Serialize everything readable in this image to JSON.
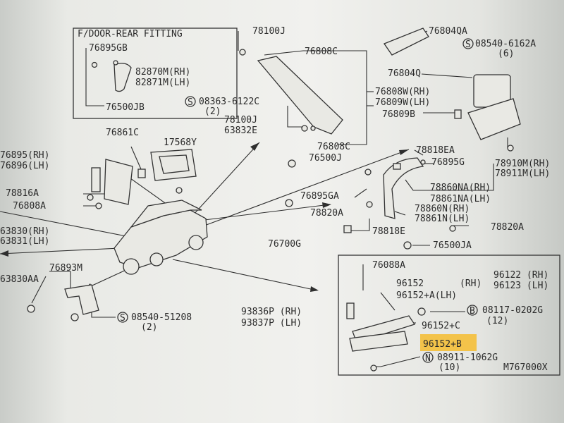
{
  "inset_title": "F/DOOR-REAR FITTING",
  "labels": {
    "p76895GB": "76895GB",
    "p82870M": "82870M(RH)",
    "p82871M": "82871M(LH)",
    "p76500JB": "76500JB",
    "p78100J_top": "78100J",
    "p76808C_top": "76808C",
    "p76804QA": "76804QA",
    "p08540_6162A": "08540-6162A",
    "p08540_6162A_qty": "(6)",
    "p76804Q": "76804Q",
    "p76808W": "76808W(RH)",
    "p76809W": "76809W(LH)",
    "p76809B": "76809B",
    "p08363": "08363-6122C",
    "p08363_qty": "(2)",
    "p78100J_mid": "78100J",
    "p63832E": "63832E",
    "p76808C_bot": "76808C",
    "p76500J": "76500J",
    "p76861C": "76861C",
    "p17568Y": "17568Y",
    "p76895RH": "76895(RH)",
    "p76896LH": "76896(LH)",
    "p78816A": "78816A",
    "p76808A": "76808A",
    "p78818EA": "78818EA",
    "p76895G": "76895G",
    "p78910M": "78910M(RH)",
    "p78911M": "78911M(LH)",
    "p78860NA": "78860NA(RH)",
    "p78861NA": "78861NA(LH)",
    "p76895GA": "76895GA",
    "p78820A_left": "78820A",
    "p78860N": "78860N(RH)",
    "p78861N": "78861N(LH)",
    "p78820A_right": "78820A",
    "p78818E": "78818E",
    "p76500JA": "76500JA",
    "p76700G": "76700G",
    "p63830RH": "63830(RH)",
    "p63831LH": "63831(LH)",
    "p76893M": "76893M",
    "p63830AA": "63830AA",
    "p08540_51208": "08540-51208",
    "p08540_51208_qty": "(2)",
    "p93836P": "93836P (RH)",
    "p93837P": "93837P (LH)",
    "p76088A": "76088A",
    "p96152": "96152",
    "p96152_rh": "(RH)",
    "p96122": "96122 (RH)",
    "p96123": "96123 (LH)",
    "p96152A": "96152+A(LH)",
    "p08117": "08117-0202G",
    "p08117_qty": "(12)",
    "p96152C": "96152+C",
    "p96152B": "96152+B",
    "p08911": "08911-1062G",
    "p08911_qty": "(10)",
    "p_diagram_id": "M767000X"
  },
  "symbols": {
    "s_letter": "S",
    "b_letter": "B",
    "n_letter": "N"
  },
  "colors": {
    "highlight": "#f3c34a",
    "ink": "#2a2a2a"
  }
}
